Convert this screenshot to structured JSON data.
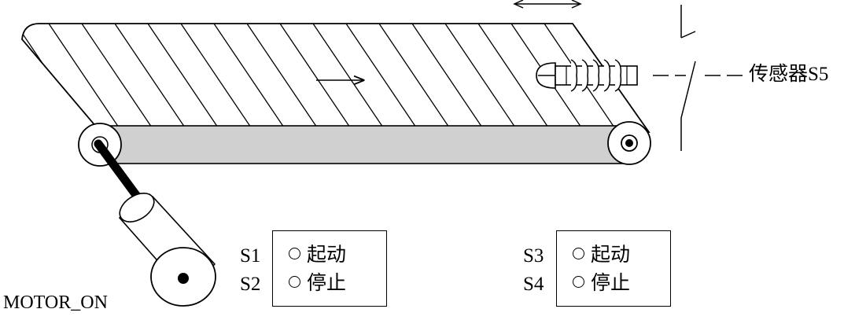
{
  "sensor_label": "传感器S5",
  "motor_label": "MOTOR_ON",
  "panels": [
    {
      "id": "left",
      "rows": [
        {
          "id": "S1",
          "text": "起动"
        },
        {
          "id": "S2",
          "text": "停止"
        }
      ]
    },
    {
      "id": "right",
      "rows": [
        {
          "id": "S3",
          "text": "起动"
        },
        {
          "id": "S4",
          "text": "停止"
        }
      ]
    }
  ],
  "icons": {
    "direction": "right-arrow-icon",
    "adjust": "double-arrow-icon",
    "lamp": "circle-icon"
  }
}
